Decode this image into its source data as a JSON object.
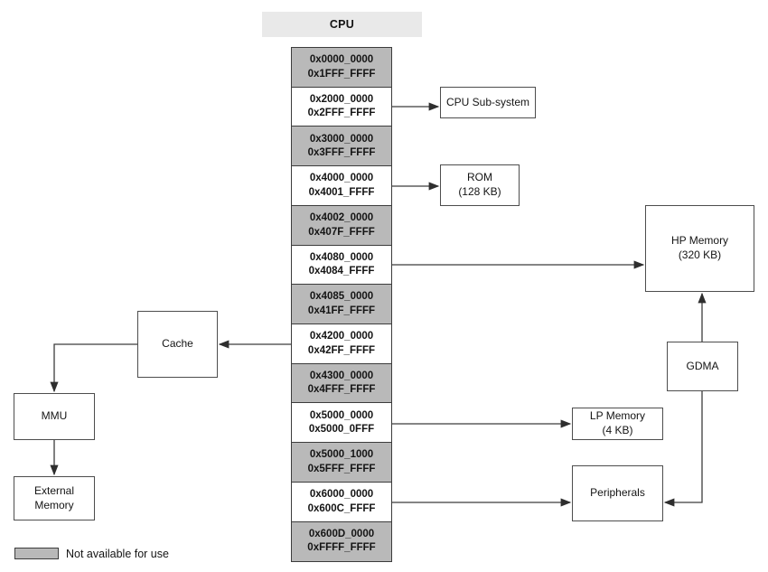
{
  "diagram": {
    "title": "CPU",
    "legend_label": "Not available for use",
    "memory_map": {
      "segments": [
        {
          "start": "0x0000_0000",
          "end": "0x1FFF_FFFF",
          "available": false
        },
        {
          "start": "0x2000_0000",
          "end": "0x2FFF_FFFF",
          "available": true,
          "connects_to": "CPU Sub-system"
        },
        {
          "start": "0x3000_0000",
          "end": "0x3FFF_FFFF",
          "available": false
        },
        {
          "start": "0x4000_0000",
          "end": "0x4001_FFFF",
          "available": true,
          "connects_to": "ROM"
        },
        {
          "start": "0x4002_0000",
          "end": "0x407F_FFFF",
          "available": false
        },
        {
          "start": "0x4080_0000",
          "end": "0x4084_FFFF",
          "available": true,
          "connects_to": "HP Memory"
        },
        {
          "start": "0x4085_0000",
          "end": "0x41FF_FFFF",
          "available": false
        },
        {
          "start": "0x4200_0000",
          "end": "0x42FF_FFFF",
          "available": true,
          "connects_to": "Cache"
        },
        {
          "start": "0x4300_0000",
          "end": "0x4FFF_FFFF",
          "available": false
        },
        {
          "start": "0x5000_0000",
          "end": "0x5000_0FFF",
          "available": true,
          "connects_to": "LP Memory"
        },
        {
          "start": "0x5000_1000",
          "end": "0x5FFF_FFFF",
          "available": false
        },
        {
          "start": "0x6000_0000",
          "end": "0x600C_FFFF",
          "available": true,
          "connects_to": "Peripherals"
        },
        {
          "start": "0x600D_0000",
          "end": "0xFFFF_FFFF",
          "available": false
        }
      ]
    },
    "boxes": {
      "cpu_subsystem": {
        "label": "CPU Sub-system"
      },
      "rom": {
        "label": "ROM",
        "sub": "(128 KB)"
      },
      "hp_memory": {
        "label": "HP Memory",
        "sub": "(320 KB)"
      },
      "gdma": {
        "label": "GDMA"
      },
      "lp_memory": {
        "label": "LP Memory",
        "sub": "(4 KB)"
      },
      "peripherals": {
        "label": "Peripherals"
      },
      "cache": {
        "label": "Cache"
      },
      "mmu": {
        "label": "MMU"
      },
      "external_memory": {
        "label": "External Memory"
      }
    },
    "colors": {
      "unavailable_fill": "#b9b9b9",
      "available_fill": "#ffffff",
      "header_fill": "#e9e9e9",
      "line": "#3c3c3c"
    }
  }
}
